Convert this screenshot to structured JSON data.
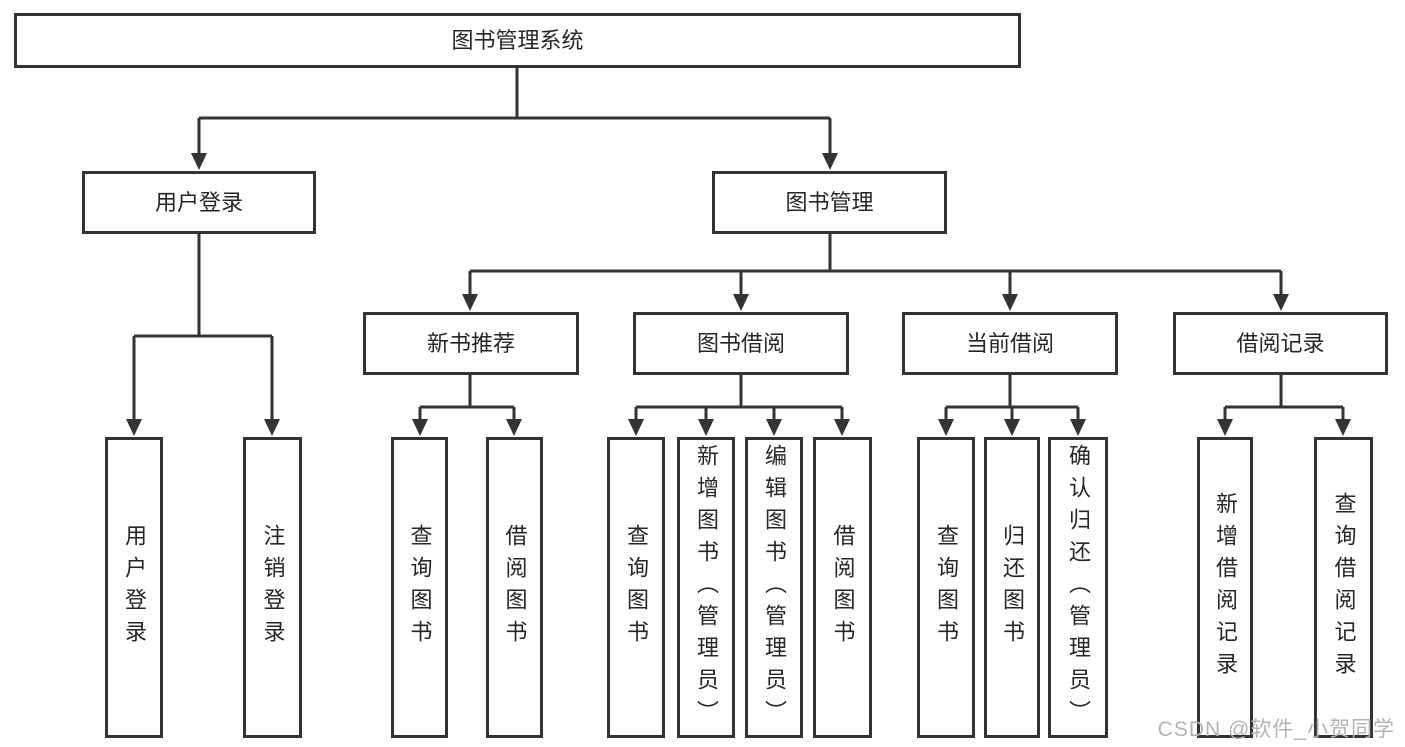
{
  "root": {
    "label": "图书管理系统"
  },
  "branches": [
    {
      "label": "用户登录",
      "children": [
        {
          "label": "用户登录"
        },
        {
          "label": "注销登录"
        }
      ]
    },
    {
      "label": "图书管理",
      "children": [
        {
          "label": "新书推荐",
          "children": [
            {
              "label": "查询图书"
            },
            {
              "label": "借阅图书"
            }
          ]
        },
        {
          "label": "图书借阅",
          "children": [
            {
              "label": "查询图书"
            },
            {
              "label": "新增图书（管理员）"
            },
            {
              "label": "编辑图书（管理员）"
            },
            {
              "label": "借阅图书"
            }
          ]
        },
        {
          "label": "当前借阅",
          "children": [
            {
              "label": "查询图书"
            },
            {
              "label": "归还图书"
            },
            {
              "label": "确认归还（管理员）"
            }
          ]
        },
        {
          "label": "借阅记录",
          "children": [
            {
              "label": "新增借阅记录"
            },
            {
              "label": "查询借阅记录"
            }
          ]
        }
      ]
    }
  ],
  "watermark": {
    "text": "CSDN @软件_小贺同学"
  },
  "colors": {
    "line": "#333333",
    "text": "#262626",
    "background": "#ffffff",
    "watermark": "#b3b3b3"
  }
}
